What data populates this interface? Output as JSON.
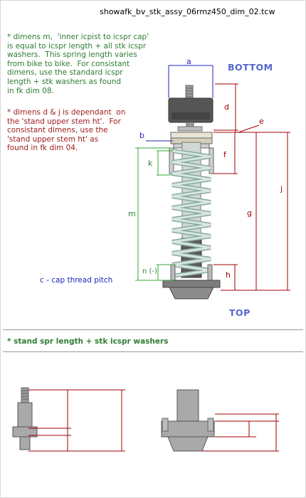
{
  "title": "showafk_bv_stk_assy_06rmz450_dim_02.tcw",
  "notes": {
    "green_note": "* dimens m,  'inner icpist to icspr cap'\nis equal to icspr length + all stk icspr\nwashers.  This spring length varies\nfrom bike to bike.  For consistant\ndimens, use the standard icspr\nlength + stk washers as found\nin fk dim 08.",
    "red_note": "* dimens d & j is dependant  on\nthe 'stand upper stem ht'.  For\nconsistant dimens, use the\n'stand upper stem ht' as\nfound in fk dim 04.",
    "cap_note": "c - cap thread pitch",
    "footer_note": "* stand spr length + stk icspr washers"
  },
  "labels": {
    "bottom": "BOTTOM",
    "top": "TOP",
    "a": "a",
    "b": "b",
    "d": "d",
    "e": "e",
    "f": "f",
    "g": "g",
    "h": "h",
    "j": "j",
    "k": "k",
    "m": "m",
    "n": "n (-)"
  },
  "colors": {
    "dim_red": "#a00000",
    "dim_green": "#33aa33",
    "dim_blue": "#2222bb",
    "part_dark": "#5b5b5b",
    "part_gray": "#a9a9a9",
    "spring": "#c8dcd6"
  }
}
